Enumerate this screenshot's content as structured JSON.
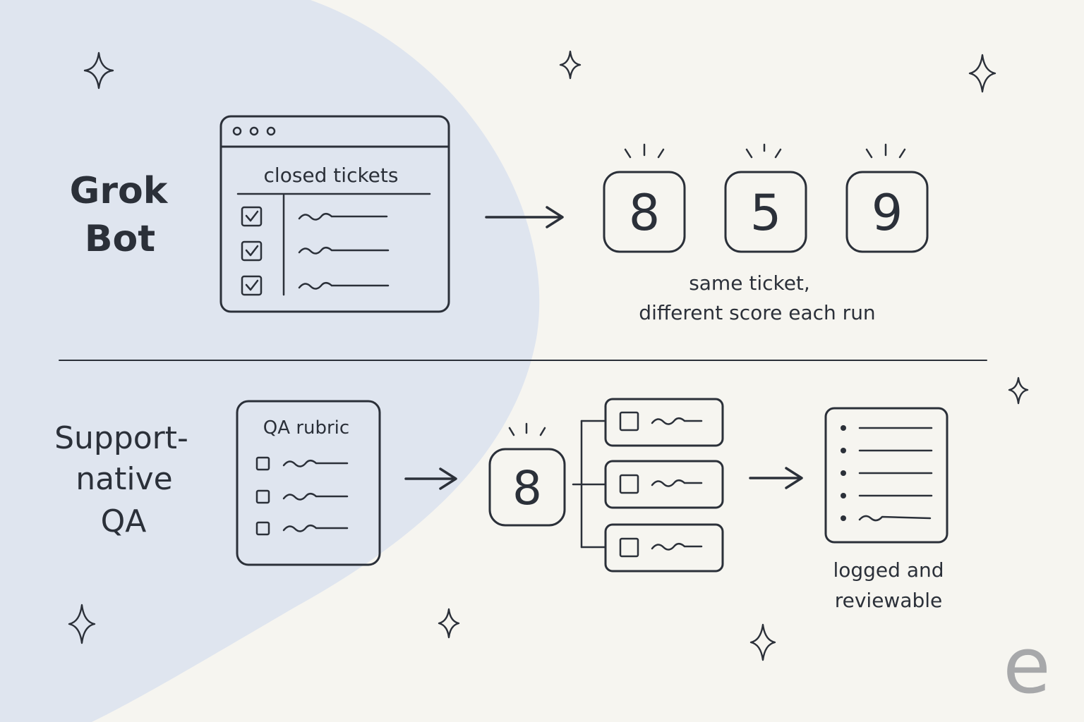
{
  "top": {
    "label_line1": "Grok",
    "label_line2": "Bot",
    "window_title": "closed tickets",
    "scores": [
      "8",
      "5",
      "9"
    ],
    "caption_line1": "same ticket,",
    "caption_line2": "different score each run"
  },
  "bottom": {
    "label_line1": "Support-",
    "label_line2": "native",
    "label_line3": "QA",
    "rubric_title": "QA rubric",
    "score": "8",
    "caption_line1": "logged and",
    "caption_line2": "reviewable"
  },
  "logo": {
    "letter": "e"
  },
  "colors": {
    "background": "#f6f5f0",
    "blob": "#dfe5ef",
    "ink": "#2b3039",
    "logo": "#a7a8aa"
  }
}
